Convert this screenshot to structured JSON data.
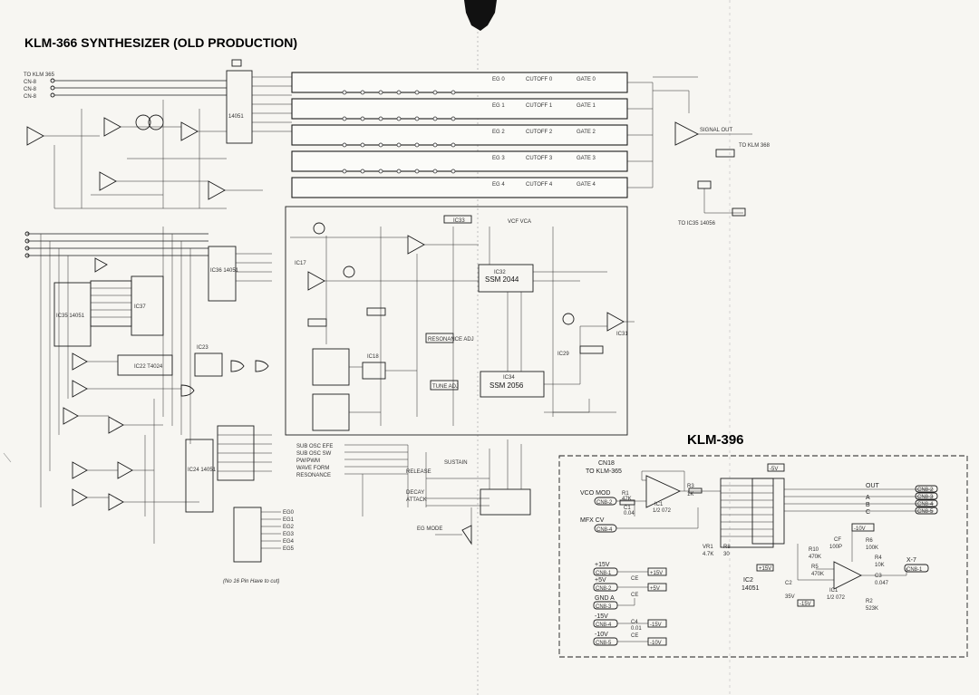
{
  "diagram": {
    "title": "KLM-366 SYNTHESIZER (OLD PRODUCTION)",
    "subtitle": "KLM-396",
    "note_bottom": "(No 16 Pin Have to cut)",
    "left_section": {
      "inputs": [
        "TO KLM 365",
        "CN-8",
        "CN-8",
        "CN-8"
      ],
      "ic_mux_top": "14051",
      "ic_labels": [
        "IC35 14051",
        "IC36 14051",
        "IC37",
        "IC22 T4024",
        "IC23",
        "IC24 14051"
      ],
      "misc_labels": [
        "SUB OSC EFE",
        "SUB OSC SW",
        "PW/PWM",
        "WAVE FORM",
        "RESONANCE",
        "RELEASE",
        "DECAY",
        "ATTACK",
        "SUSTAIN",
        "EG MODE"
      ],
      "eg_outputs": [
        "EG0",
        "EG1",
        "EG2",
        "EG3",
        "EG4",
        "EG5"
      ]
    },
    "voice_bus": [
      {
        "label": "EG 0",
        "cutoff": "CUTOFF 0",
        "gate": "GATE 0"
      },
      {
        "label": "EG 1",
        "cutoff": "CUTOFF 1",
        "gate": "GATE 1"
      },
      {
        "label": "EG 2",
        "cutoff": "CUTOFF 2",
        "gate": "GATE 2"
      },
      {
        "label": "EG 3",
        "cutoff": "CUTOFF 3",
        "gate": "GATE 3"
      },
      {
        "label": "EG 4",
        "cutoff": "CUTOFF 4",
        "gate": "GATE 4"
      }
    ],
    "center_section": {
      "ic_vcf": "SSM 2044",
      "ic_vca": "SSM 2056",
      "ic_vcf_label": "IC32",
      "ic_vca_label": "IC34",
      "ic_misc": [
        "IC17",
        "IC18",
        "IC29",
        "IC31",
        "IC33"
      ],
      "labels": [
        "SIGNAL OUT",
        "TO KLM 368",
        "TO IC35 14056",
        "VCF VCA",
        "RESONANCE ADJ",
        "TUNE ADJ"
      ]
    },
    "klm396": {
      "cn18": "CN18",
      "cn18_to": "TO KLM-365",
      "inputs": [
        "VCO MOD",
        "MFX CV"
      ],
      "input_pins": [
        "CN8-2",
        "CN8-4"
      ],
      "outputs": [
        "OUT",
        "A",
        "B",
        "C"
      ],
      "output_pins": [
        "CN8-2",
        "CN8-3",
        "CN8-4",
        "CN8-5"
      ],
      "x_out": "X-7",
      "x_pin": "CN8-1",
      "power_rows": [
        {
          "label": "+15V",
          "pin": "CN8-1",
          "rail": "+15V"
        },
        {
          "label": "+5V",
          "pin": "CN8-2",
          "rail": "+5V"
        },
        {
          "label": "GND A",
          "pin": "CN8-3",
          "rail": ""
        },
        {
          "label": "-15V",
          "pin": "CN8-4",
          "rail": "-15V"
        },
        {
          "label": "-10V",
          "pin": "CN8-5",
          "rail": "-10V"
        }
      ],
      "parts": {
        "ic1": "IC1",
        "ic1_type": "1/2 072",
        "ic2": "IC2",
        "ic2_type": "14051",
        "r1": "R1",
        "r1_val": "47K",
        "r3": "R3",
        "r3_val": "1K",
        "c1": "C1",
        "c1_val": "0.04",
        "vr1": "VR1",
        "vr1_val": "4.7K",
        "r8": "R8",
        "r8_val": "30",
        "r10": "R10",
        "r10_val": "470K",
        "cf": "CF",
        "cf_val": "100P",
        "r6": "R6",
        "r6_val": "100K",
        "r4": "R4",
        "r4_val": "10K",
        "r5": "R5",
        "r5_val": "470K",
        "c3": "C3",
        "c3_val": "0.047",
        "r2": "R2",
        "r2_val": "523K",
        "rails": [
          "-5V",
          "-10V",
          "+15V",
          "-15V"
        ],
        "c2": "C2",
        "c2_val": "35V",
        "c4": "C4",
        "c4_val": "0.01",
        "ce": "CE"
      }
    }
  }
}
